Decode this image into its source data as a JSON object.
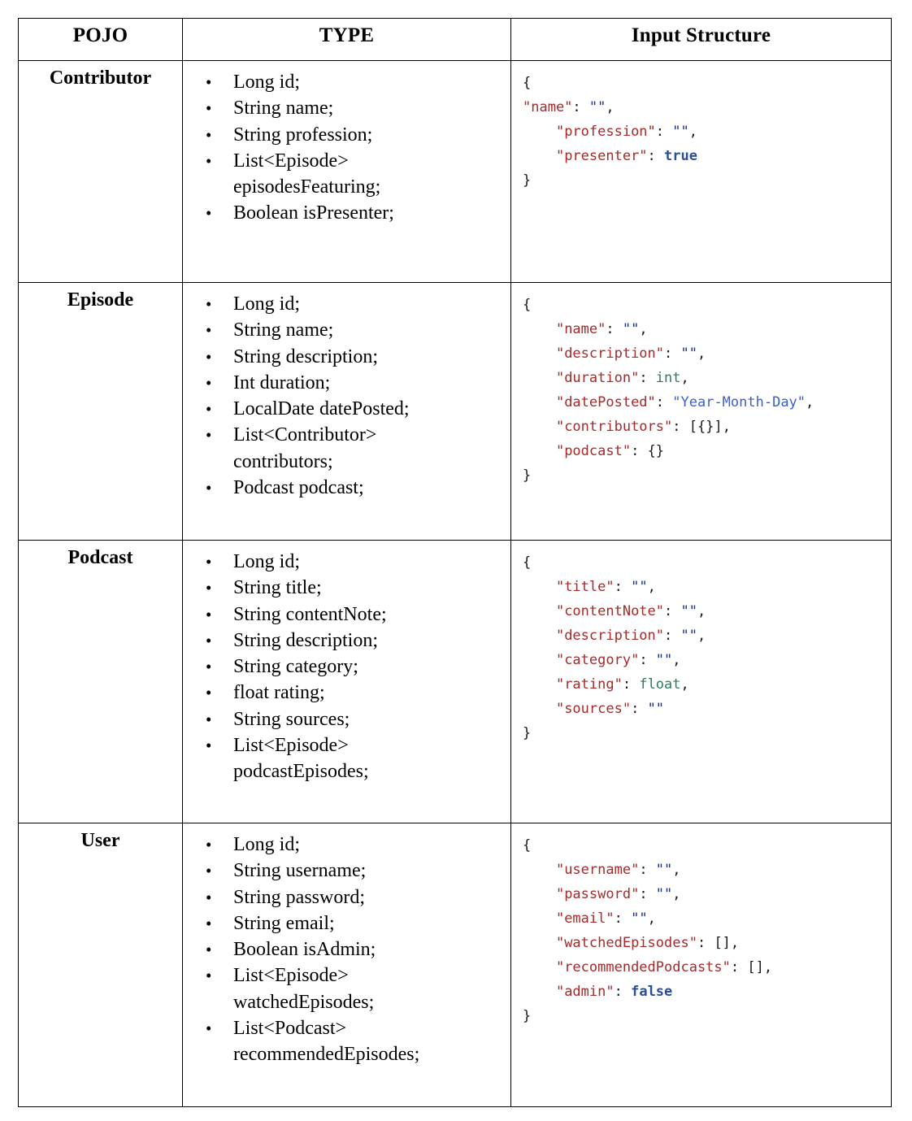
{
  "table": {
    "headers": [
      "POJO",
      "TYPE",
      "Input Structure"
    ],
    "rows": [
      {
        "pojo": "Contributor",
        "type_fields": [
          "Long id;",
          "String name;",
          "String profession;",
          "List<Episode>\nepisodesFeaturing;",
          "Boolean isPresenter;"
        ],
        "input_structure": {
          "open": "{",
          "close": "}",
          "lines": [
            {
              "indent": 0,
              "key": "\"name\"",
              "value": "\"\"",
              "value_kind": "string-empty",
              "trailing": ","
            },
            {
              "indent": 1,
              "key": "\"profession\"",
              "value": "\"\"",
              "value_kind": "string-empty",
              "trailing": ","
            },
            {
              "indent": 1,
              "key": "\"presenter\"",
              "value": "true",
              "value_kind": "boolean",
              "trailing": ""
            }
          ],
          "raw": "{\n\"name\": \"\",\n    \"profession\": \"\",\n    \"presenter\": true\n}"
        }
      },
      {
        "pojo": "Episode",
        "type_fields": [
          "Long id;",
          "String name;",
          "String description;",
          "Int duration;",
          "LocalDate datePosted;",
          "List<Contributor>\ncontributors;",
          "Podcast podcast;"
        ],
        "input_structure": {
          "open": "{",
          "close": "}",
          "lines": [
            {
              "indent": 1,
              "key": "\"name\"",
              "value": "\"\"",
              "value_kind": "string-empty",
              "trailing": ","
            },
            {
              "indent": 1,
              "key": "\"description\"",
              "value": "\"\"",
              "value_kind": "string-empty",
              "trailing": ","
            },
            {
              "indent": 1,
              "key": "\"duration\"",
              "value": "int",
              "value_kind": "type",
              "trailing": ","
            },
            {
              "indent": 1,
              "key": "\"datePosted\"",
              "value": "\"Year-Month-Day\"",
              "value_kind": "string-value",
              "trailing": ","
            },
            {
              "indent": 1,
              "key": "\"contributors\"",
              "value": "[{}]",
              "value_kind": "literal",
              "trailing": ","
            },
            {
              "indent": 1,
              "key": "\"podcast\"",
              "value": "{}",
              "value_kind": "literal",
              "trailing": ""
            }
          ],
          "raw": "{\n    \"name\": \"\",\n    \"description\": \"\",\n    \"duration\": int,\n    \"datePosted\": \"Year-Month-Day\",\n    \"contributors\": [{}],\n    \"podcast\": {}\n}"
        }
      },
      {
        "pojo": "Podcast",
        "type_fields": [
          "Long id;",
          "String title;",
          "String contentNote;",
          "String description;",
          "String category;",
          "float rating;",
          "String sources;",
          "List<Episode>\npodcastEpisodes;"
        ],
        "input_structure": {
          "open": "{",
          "close": "}",
          "lines": [
            {
              "indent": 1,
              "key": "\"title\"",
              "value": "\"\"",
              "value_kind": "string-empty",
              "trailing": ","
            },
            {
              "indent": 1,
              "key": "\"contentNote\"",
              "value": "\"\"",
              "value_kind": "string-empty",
              "trailing": ","
            },
            {
              "indent": 1,
              "key": "\"description\"",
              "value": "\"\"",
              "value_kind": "string-empty",
              "trailing": ","
            },
            {
              "indent": 1,
              "key": "\"category\"",
              "value": "\"\"",
              "value_kind": "string-empty",
              "trailing": ","
            },
            {
              "indent": 1,
              "key": "\"rating\"",
              "value": "float",
              "value_kind": "type",
              "trailing": ","
            },
            {
              "indent": 1,
              "key": "\"sources\"",
              "value": "\"\"",
              "value_kind": "string-empty",
              "trailing": ""
            }
          ],
          "raw": "{\n    \"title\": \"\",\n    \"contentNote\": \"\",\n    \"description\": \"\",\n    \"category\": \"\",\n    \"rating\": float,\n    \"sources\": \"\"\n}"
        }
      },
      {
        "pojo": "User",
        "type_fields": [
          "Long id;",
          "String username;",
          "String password;",
          "String email;",
          "Boolean isAdmin;",
          "List<Episode>\nwatchedEpisodes;",
          "List<Podcast>\nrecommendedEpisodes;"
        ],
        "input_structure": {
          "open": "{",
          "close": "}",
          "lines": [
            {
              "indent": 1,
              "key": "\"username\"",
              "value": "\"\"",
              "value_kind": "string-empty",
              "trailing": ","
            },
            {
              "indent": 1,
              "key": "\"password\"",
              "value": "\"\"",
              "value_kind": "string-empty",
              "trailing": ","
            },
            {
              "indent": 1,
              "key": "\"email\"",
              "value": "\"\"",
              "value_kind": "string-empty",
              "trailing": ","
            },
            {
              "indent": 1,
              "key": "\"watchedEpisodes\"",
              "value": "[]",
              "value_kind": "literal",
              "trailing": ","
            },
            {
              "indent": 1,
              "key": "\"recommendedPodcasts\"",
              "value": "[]",
              "value_kind": "literal",
              "trailing": ","
            },
            {
              "indent": 1,
              "key": "\"admin\"",
              "value": "false",
              "value_kind": "boolean",
              "trailing": ""
            }
          ],
          "raw": "{\n    \"username\": \"\",\n    \"password\": \"\",\n    \"email\": \"\",\n    \"watchedEpisodes\": [],\n    \"recommendedPodcasts\": [],\n    \"admin\": false\n}"
        }
      }
    ]
  },
  "colors": {
    "json_key": "#a52a2a",
    "json_string_empty": "#1d2f8c",
    "json_string_value": "#3a5fcd",
    "json_type": "#2e7d5b",
    "json_boolean": "#2b4b9b",
    "border": "#000000",
    "text": "#000000"
  }
}
